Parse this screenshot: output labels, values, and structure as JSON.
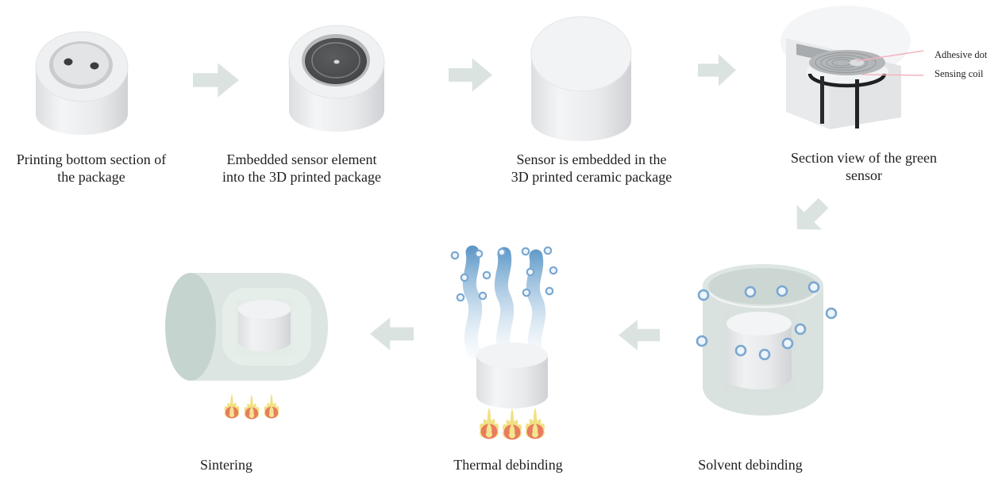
{
  "figure_type": "manufacturing-process-flow-diagram",
  "colors": {
    "page_bg": "#ffffff",
    "text": "#1f1f1f",
    "arrow": "#dbe3e1",
    "bubble_ring": "#7aa7d1",
    "bubble_fill": "#edf4fa",
    "flame_yellow": "#f1e183",
    "flame_red": "#e97c5f",
    "flame_core": "#f3e58e",
    "flame_swirl": "#d05a44",
    "leader": "#f3b4be",
    "ceramic_body": "#e9eaec",
    "sensor_disc": "#4a4c4e",
    "container_green": "#d9e2de",
    "steam_blue": "#4f8fc2"
  },
  "process": {
    "top_steps": [
      {
        "id": "print-bottom-section",
        "caption_line1": "Printing bottom section of",
        "caption_line2": "the package",
        "illustration": "ceramic-package-bottom-with-two-pin-holes"
      },
      {
        "id": "embed-sensor-element",
        "caption_line1": "Embedded sensor element",
        "caption_line2": "into the 3D printed package",
        "illustration": "package-with-dark-sensor-disc-inserted"
      },
      {
        "id": "sensor-embedded",
        "caption_line1": "Sensor is embedded in the",
        "caption_line2": "3D printed ceramic package",
        "illustration": "closed-white-ceramic-cylinder"
      },
      {
        "id": "section-view-green-sensor",
        "caption_line1": "Section view of the green",
        "caption_line2": "sensor",
        "illustration": "cutaway-view-of-green-sensor-with-coil-and-pins",
        "annotations": [
          {
            "label": "Adhesive dot"
          },
          {
            "label": "Sensing coil"
          }
        ]
      }
    ],
    "bottom_steps": [
      {
        "id": "solvent-debinding",
        "caption": "Solvent debinding",
        "illustration": "translucent-beaker-with-white-cylinder-and-solvent-bubbles"
      },
      {
        "id": "thermal-debinding",
        "caption": "Thermal debinding",
        "illustration": "white-cylinder-over-flames-with-rising-vapor-streams"
      },
      {
        "id": "sintering",
        "caption": "Sintering",
        "illustration": "horizontal-furnace-tube-with-white-cylinder-over-flames"
      }
    ]
  }
}
